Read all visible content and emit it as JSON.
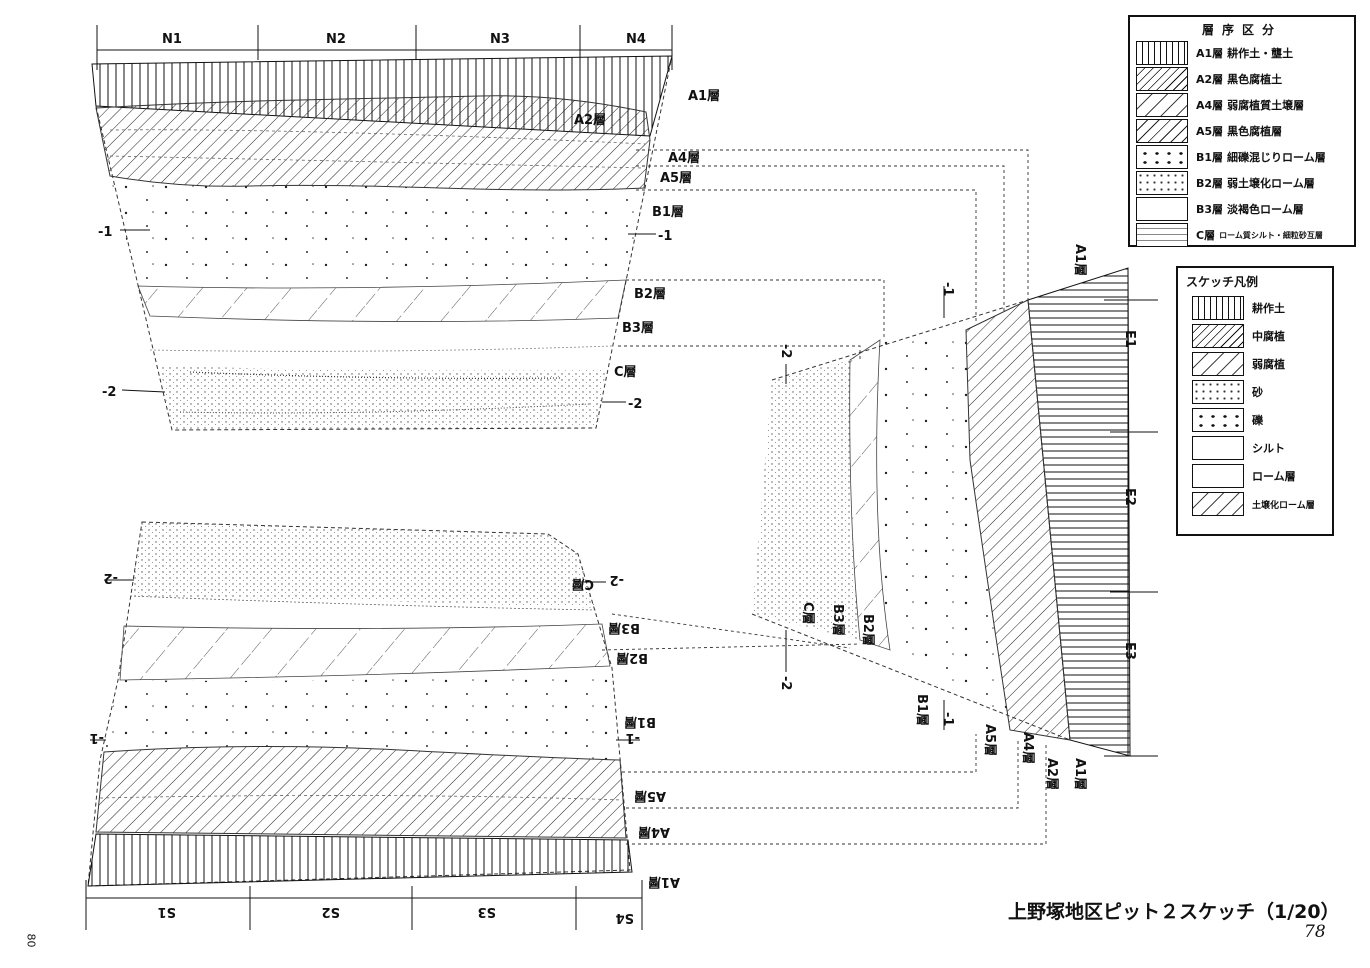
{
  "title": "上野塚地区ピット２スケッチ（1/20）",
  "page_number": "78",
  "side_page_number": "80",
  "north_wall": {
    "grid_labels": [
      "N1",
      "N2",
      "N3",
      "N4"
    ],
    "layer_labels": [
      "A1層",
      "A2層",
      "A4層",
      "A5層",
      "B1層",
      "B2層",
      "B3層",
      "C層"
    ],
    "depth_marks": [
      "-1",
      "-1",
      "-2",
      "-2"
    ]
  },
  "south_wall": {
    "grid_labels": [
      "S1",
      "S2",
      "S3",
      "S4"
    ],
    "layer_labels": [
      "C層",
      "B3層",
      "B2層",
      "B1層",
      "A5層",
      "A4層",
      "A1層"
    ],
    "depth_marks": [
      "-2",
      "-2",
      "-1",
      "-1"
    ]
  },
  "east_wall": {
    "grid_labels": [
      "E1",
      "E2",
      "E3"
    ],
    "layer_labels": [
      "A1層",
      "C層",
      "B3層",
      "B2層",
      "B1層",
      "A5層",
      "A4層",
      "A2層",
      "A1層"
    ],
    "depth_marks": [
      "-1",
      "-2",
      "-2",
      "-1"
    ]
  },
  "stratigraphy_legend": {
    "title": "層序区分",
    "rows": [
      {
        "code": "A1層",
        "desc": "耕作土・壟土"
      },
      {
        "code": "A2層",
        "desc": "黒色腐植土"
      },
      {
        "code": "A4層",
        "desc": "弱腐植質土壌層"
      },
      {
        "code": "A5層",
        "desc": "黒色腐植層"
      },
      {
        "code": "B1層",
        "desc": "細礫混じりローム層"
      },
      {
        "code": "B2層",
        "desc": "弱土壌化ローム層"
      },
      {
        "code": "B3層",
        "desc": "淡褐色ローム層"
      },
      {
        "code": "C層",
        "desc": "ローム質シルト・細粒砂互層"
      }
    ]
  },
  "sketch_legend": {
    "title": "スケッチ凡例",
    "items": [
      {
        "label": "耕作土"
      },
      {
        "label": "中腐植"
      },
      {
        "label": "弱腐植"
      },
      {
        "label": "砂"
      },
      {
        "label": "礫"
      },
      {
        "label": "シルト"
      },
      {
        "label": "ローム層"
      },
      {
        "label": "土壌化ローム層"
      }
    ]
  }
}
